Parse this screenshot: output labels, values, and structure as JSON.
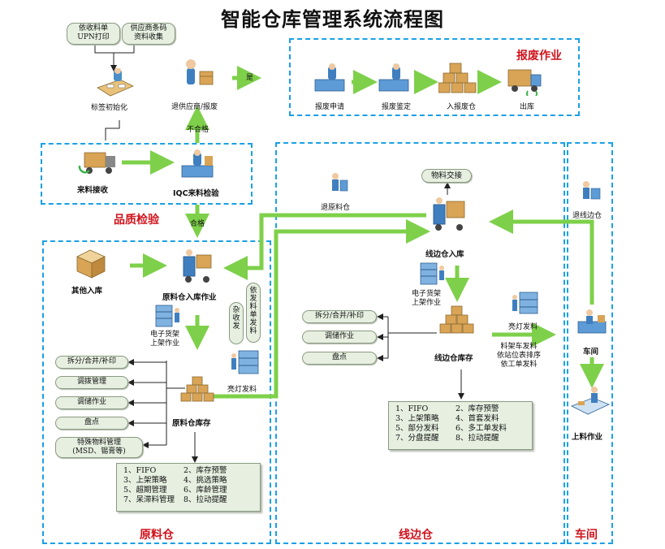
{
  "title": "智能仓库管理系统流程图",
  "zones": {
    "scrap": "报废作业",
    "iqc": "品质检验",
    "raw": "原料仓",
    "line": "线边仓",
    "workshop": "车间"
  },
  "top": {
    "pill1": [
      "依收料单",
      "UPN打印"
    ],
    "pill2": [
      "供应商条码",
      "资料收集"
    ],
    "label_init": "标签初始化",
    "return_vendor": "退供应商/报废",
    "yes": "是",
    "unqualified": "不合格",
    "qualified": "合格"
  },
  "scrap": {
    "steps": [
      "报废申请",
      "报废鉴定",
      "入报废仓",
      "出库"
    ]
  },
  "iqc": {
    "receive": "来料接收",
    "inspect": "IQC来料检验"
  },
  "raw": {
    "other_in": "其他入库",
    "inbound": "原料仓入库作业",
    "shelf": [
      "电子货架",
      "上架作业"
    ],
    "misc_receive": [
      "杂",
      "收",
      "发"
    ],
    "issue_by_list": [
      "依",
      "发",
      "料",
      "单",
      "发",
      "料"
    ],
    "light_issue": "亮灯发料",
    "stock": "原料仓库存",
    "ops": [
      "拆分/合并/补印",
      "调拨管理",
      "调储作业",
      "盘点"
    ],
    "special": [
      "特殊物料管理",
      "(MSD、锡膏等)"
    ],
    "features": [
      [
        "1、FIFO",
        "2、库存预警"
      ],
      [
        "3、上架策略",
        "4、挑选策略"
      ],
      [
        "5、超期管理",
        "6、库龄管理"
      ],
      [
        "7、呆滞料管理",
        "8、拉动提醒"
      ]
    ]
  },
  "line": {
    "return_raw": "退原料仓",
    "handover": "物料交接",
    "inbound": "线边仓入库",
    "shelf": [
      "电子货架",
      "上架作业"
    ],
    "light_issue": "亮灯发料",
    "stock": "线边仓库存",
    "ops": [
      "拆分/合并/补印",
      "调储作业",
      "盘点"
    ],
    "issue_note": [
      "料架车发料",
      "依站位表排序",
      "依工单发料"
    ],
    "features": [
      [
        "1、FIFO",
        "2、库存预警"
      ],
      [
        "3、上架策略",
        "4、首套发料"
      ],
      [
        "5、部分发料",
        "6、多工单发料"
      ],
      [
        "7、分盘提醒",
        "8、拉动提醒"
      ]
    ]
  },
  "workshop": {
    "return_line": "退线边仓",
    "workshop": "车间",
    "feeding": "上料作业"
  },
  "colors": {
    "zone_border": "#1aa0e6",
    "zone_label": "#d0121b",
    "flow_arrow": "#7ed04a",
    "pill_fill": "#e6efe0"
  }
}
